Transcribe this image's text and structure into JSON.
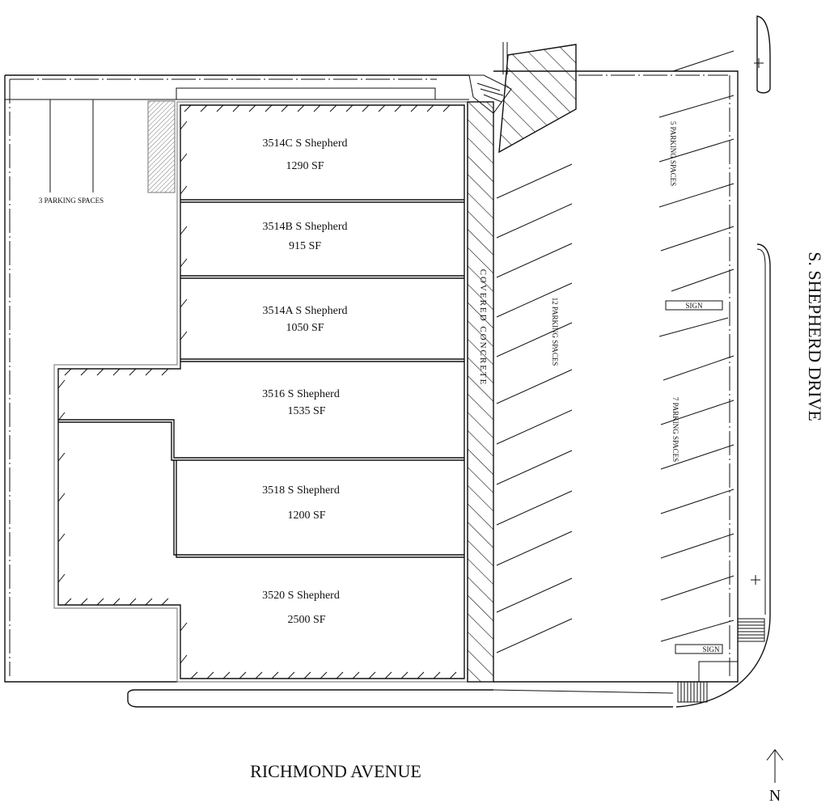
{
  "units": [
    {
      "name": "3514C S Shepherd",
      "area": "1290 SF"
    },
    {
      "name": "3514B S Shepherd",
      "area": "915 SF"
    },
    {
      "name": "3514A S Shepherd",
      "area": "1050 SF"
    },
    {
      "name": "3516 S Shepherd",
      "area": "1535 SF"
    },
    {
      "name": "3518 S Shepherd",
      "area": "1200 SF"
    },
    {
      "name": "3520 S Shepherd",
      "area": "2500 SF"
    }
  ],
  "parking": {
    "west": "3 PARKING SPACES",
    "middle": "12 PARKING SPACES",
    "east_top": "5 PARKING SPACES",
    "east_bottom": "7 PARKING SPACES"
  },
  "walkway": "COVERED CONCRETE",
  "signs": [
    "SIGN",
    "SIGN"
  ],
  "streets": {
    "south": "RICHMOND AVENUE",
    "east": "S. SHEPHERD DRIVE"
  },
  "north_arrow": "N"
}
